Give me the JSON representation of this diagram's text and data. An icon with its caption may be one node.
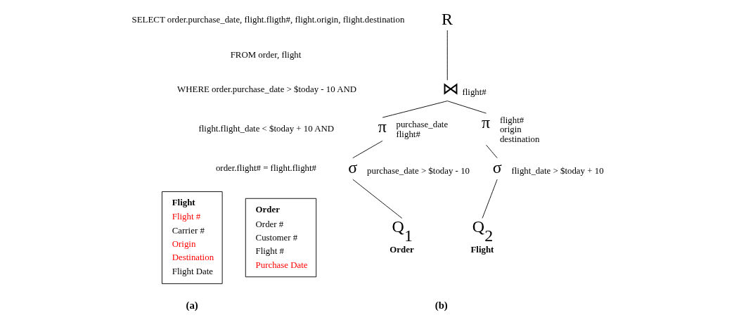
{
  "diagram": {
    "nodes": [
      {
        "text": [
          "Order",
          "Order #",
          "Customer #",
          "Flight #",
          "Purchase Date"
        ]
      },
      {
        "text": [
          "Flight",
          "Flight #",
          "Carrier #",
          "Origin",
          "Destination",
          "Flight Date"
        ]
      },
      {
        "text": [
          "R"
        ]
      },
      {
        "text": [
          "⋈"
        ],
        "beside": [
          "flight#"
        ]
      },
      {
        "text": [
          "π"
        ],
        "beside": [
          "purchase_date",
          "flight#"
        ]
      },
      {
        "text": [
          "π"
        ],
        "beside": [
          "flight#",
          "origin",
          "destination"
        ]
      },
      {
        "text": [
          "σ"
        ],
        "beside": [
          "purchase_date > $today - 10"
        ]
      },
      {
        "text": [
          "σ"
        ],
        "beside": [
          "flight_date > $today + 10"
        ]
      },
      {
        "text": [
          "Q$_{1}$"
        ],
        "beside": [
          "Order"
        ]
      },
      {
        "text": [
          "Q$_{2}$"
        ],
        "beside": [
          "Flight"
        ]
      }
    ],
    "edges": [
      {
        "from": 2,
        "to": 3,
        "arrow": "none"
      },
      {
        "from": 3,
        "to": 4,
        "arrow": "none"
      },
      {
        "from": 3,
        "to": 5,
        "arrow": "none"
      },
      {
        "from": 4,
        "to": 6,
        "arrow": "none"
      },
      {
        "from": 5,
        "to": 7,
        "arrow": "none"
      },
      {
        "from": 6,
        "to": 8,
        "arrow": "none"
      },
      {
        "from": 7,
        "to": 9,
        "arrow": "none"
      }
    ],
    "labels": [
      "SELECT order.purchase_date, flight.fligth#, flight.origin, flight.destination",
      "FROM order, flight",
      "WHERE order.purchase_date > $today - 10 AND",
      "flight.flight_date < $today + 10 AND",
      "order.flight# = flight.flight#",
      "(a)",
      "(b)"
    ]
  }
}
